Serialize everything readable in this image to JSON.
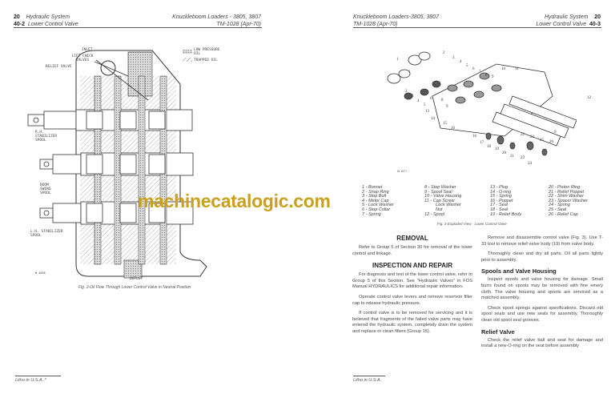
{
  "left_page": {
    "page_number": "20",
    "section_number": "40-2",
    "section": "Hydraulic System",
    "subsection": "Lower Control Valve",
    "book": "Knuckleboom Loaders - 3805, 3807",
    "tm": "TM-1028 (Apr-70)",
    "figure_labels": {
      "inlet": "INLET",
      "lift_check": "LIFT CHECK VALVES",
      "relief": "RELIEF VALVE",
      "low_pressure": "LOW PRESSURE OIL",
      "trapped": "TRAPPED OIL",
      "rh": "R.H. STABILIZER SPOOL",
      "boom": "BOOM SWING SPOOL",
      "lh": "L.H. STABILIZER SPOOL",
      "outlet": "OUTLET",
      "code": "W 4038"
    },
    "figure_caption": "Fig. 2-Oil Flow Through Lower Control Valve in Neutral Position",
    "footer": "Litho in U.S.A. *"
  },
  "right_page": {
    "page_number": "20",
    "section_number": "40-3",
    "section": "Hydraulic System",
    "subsection": "Lower Control Valve",
    "book": "Knuckleboom Loaders-3805, 3807",
    "tm": "TM-1028 (Apr-70)",
    "figure_code": "W 1677",
    "callouts": [
      "1",
      "1",
      "2",
      "3",
      "4",
      "5",
      "6",
      "7",
      "8",
      "9",
      "10",
      "11",
      "12",
      "2",
      "3",
      "4",
      "5",
      "6",
      "8",
      "9",
      "13",
      "14",
      "15",
      "16",
      "16",
      "17",
      "18",
      "19",
      "20",
      "21",
      "22",
      "22",
      "23",
      "24",
      "25",
      "26",
      "9"
    ],
    "parts": [
      [
        "1 - Bonnet",
        "2 - Snap Ring",
        "3 - Stop Bolt",
        "4 - Meter Cap",
        "5 - Lock Washer",
        "6 - Stop Collar",
        "7 - Spring"
      ],
      [
        "8 - Stop Washer",
        "9 - Spool Seal",
        "10 - Valve Housing",
        "11 - Cap Screw",
        "Lock Washer",
        "Nut",
        "12 - Spool"
      ],
      [
        "13 - Plug",
        "14 - O-ring",
        "15 - Spring",
        "16 - Poppet",
        "17 - Seal",
        "18 - Seal",
        "19 - Relief Body"
      ],
      [
        "20 - Piston Ring",
        "21 - Relief Poppet",
        "22 - Shim Washer",
        "23 - Spacer Washer",
        "24 - Spring",
        "25 - Seal",
        "26 - Relief Cap"
      ]
    ],
    "figure_caption": "Fig. 3-Exploded View - Lower Control Valve",
    "removal": {
      "heading": "REMOVAL",
      "p1": "Refer to Group 5 of Section 30 for removal of the lower control and linkage."
    },
    "inspection": {
      "heading": "INSPECTION AND REPAIR",
      "p1": "For diagnosis and test of the lower control valve, refer to Group 5 of this Section. See \"Hydraulic Valves\" in FOS Manual HYDRAULICS for additional repair information.",
      "p2": "Operate control valve levers and remove reservoir filler cap to release hydraulic pressure.",
      "p3": "If control valve is to be removed for servicing and it is believed that fragments of the failed valve parts may have entered the hydraulic system, completely drain the system and replace or clean filters (Group 15)."
    },
    "col2": {
      "p1": "Remove and disassemble control valve (Fig. 3). Use T-33 tool to remove relief valve body (19) from valve body.",
      "p2": "Thoroughly clean and dry all parts. Oil all parts lightly prior to assembly."
    },
    "spools": {
      "heading": "Spools and Valve Housing",
      "p1": "Inspect spools and valve housing for damage. Small burrs found on spools may be removed with fine emery cloth. The valve housing and spools are serviced as a matched assembly.",
      "p2": "Check spool springs against specifications. Discard old spool seals and use new seals for assembly. Thoroughly clean old spool seal grooves."
    },
    "relief": {
      "heading": "Relief Valve",
      "p1": "Check the relief valve ball and seat for damage and install a new-O-ring on the seat before assembly"
    },
    "footer": "Litho in U.S.A."
  },
  "watermark": "machinecatalogic.com"
}
